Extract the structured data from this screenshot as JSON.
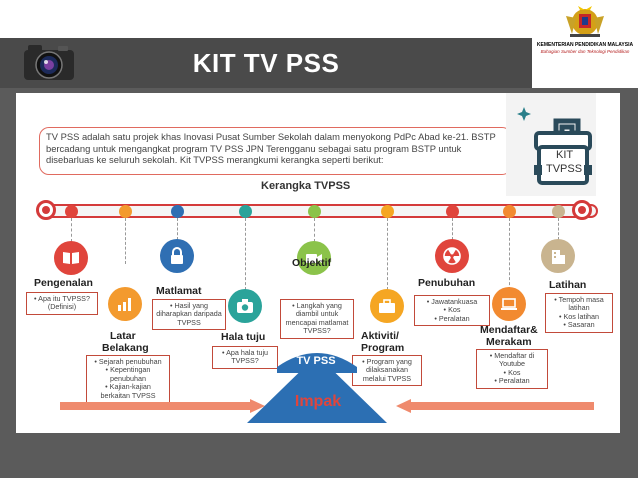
{
  "header": {
    "title": "KIT TV PSS",
    "logo_line1": "KEMENTERIAN PENDIDIKAN MALAYSIA",
    "logo_line2": "Bahagian Sumber dan Teknologi Pendidikan"
  },
  "intro": "TV PSS adalah satu projek khas Inovasi Pusat Sumber Sekolah dalam menyokong PdPc Abad ke-21. BSTP bercadang untuk mengangkat program TV PSS JPN Terengganu sebagai satu program BSTP untuk disebarluas ke seluruh sekolah. Kit TVPSS merangkumi kerangka seperti berikut:",
  "kerangka_title": "Kerangka TVPSS",
  "kit_label_1": "KIT",
  "kit_label_2": "TVPSS",
  "stages": {
    "pengenalan": {
      "title": "Pengenalan",
      "items": [
        "Apa itu TVPSS? (Definisi)"
      ]
    },
    "latar": {
      "title_1": "Latar",
      "title_2": "Belakang",
      "items": [
        "Sejarah penubuhan",
        "Kepentingan penubuhan",
        "Kajian-kajian berkaitan TVPSS"
      ]
    },
    "matlamat": {
      "title": "Matlamat",
      "items": [
        "Hasil yang diharapkan daripada TVPSS"
      ]
    },
    "halatuju": {
      "title": "Hala tuju",
      "items": [
        "Apa hala tuju TVPSS?"
      ]
    },
    "objektif": {
      "title": "Objektif",
      "items": [
        "Langkah yang diambil untuk mencapai matlamat TVPSS?"
      ]
    },
    "aktiviti": {
      "title_1": "Aktiviti/",
      "title_2": "Program",
      "items": [
        "Program yang dilaksanakan melalui TVPSS"
      ]
    },
    "penubuhan": {
      "title": "Penubuhan",
      "items": [
        "Jawatankuasa",
        "Kos",
        "Peralatan"
      ]
    },
    "mendaftar": {
      "title_1": "Mendaftar&",
      "title_2": "Merakam",
      "items": [
        "Mendaftar di Youtube",
        "Kos",
        "Peralatan"
      ]
    },
    "latihan": {
      "title": "Latihan",
      "items": [
        "Tempoh masa latihan",
        "Kos latihan",
        "Sasaran"
      ]
    }
  },
  "base": {
    "tvpss": "TV PSS",
    "impak": "Impak"
  },
  "colors": {
    "accent_red": "#d43a3a",
    "pengenalan": "#e0453c",
    "latar": "#f39a2e",
    "matlamat": "#2f6fb3",
    "halatuju": "#2aa39a",
    "objektif": "#8bc34a",
    "aktiviti": "#f5a623",
    "penubuhan": "#e0453c",
    "mendaftar": "#f28a30",
    "latihan": "#c9b48f",
    "mount": "#2c6fb3"
  }
}
